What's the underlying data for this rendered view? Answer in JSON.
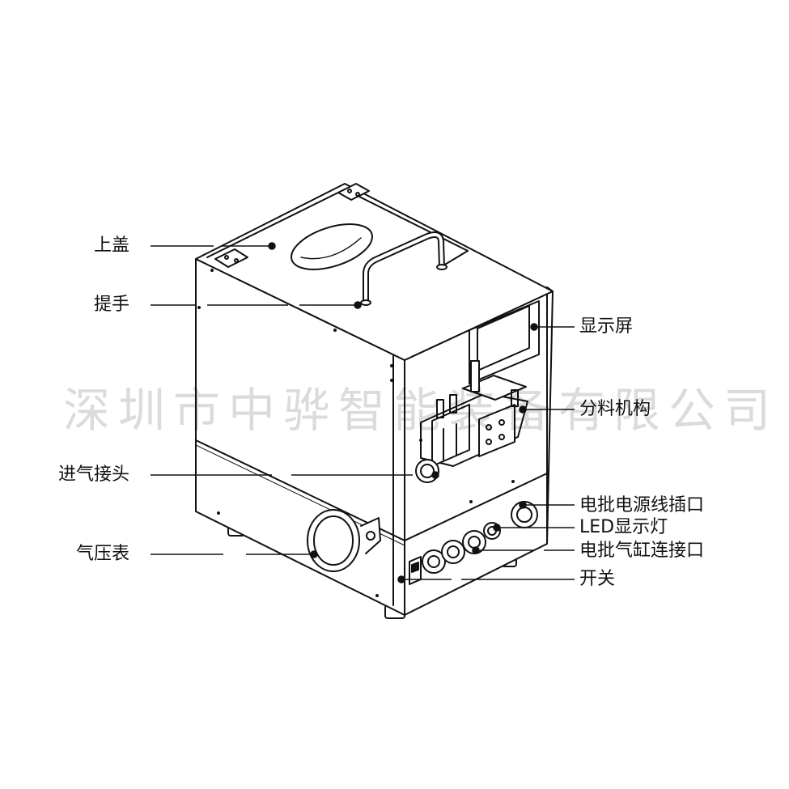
{
  "watermark": "深圳市中骅智能装备有限公司",
  "callouts": {
    "top_cover": "上盖",
    "handle": "提手",
    "air_inlet": "进气接头",
    "pressure_gauge": "气压表",
    "display_screen": "显示屏",
    "feeding_mechanism": "分料机构",
    "screwdriver_power_socket": "电批电源线插口",
    "led_indicator": "LED显示灯",
    "screwdriver_cylinder_port": "电批气缸连接口",
    "power_switch": "开关"
  },
  "colors": {
    "line": "#111111",
    "watermark": "#cfcfcf",
    "background": "#ffffff"
  }
}
